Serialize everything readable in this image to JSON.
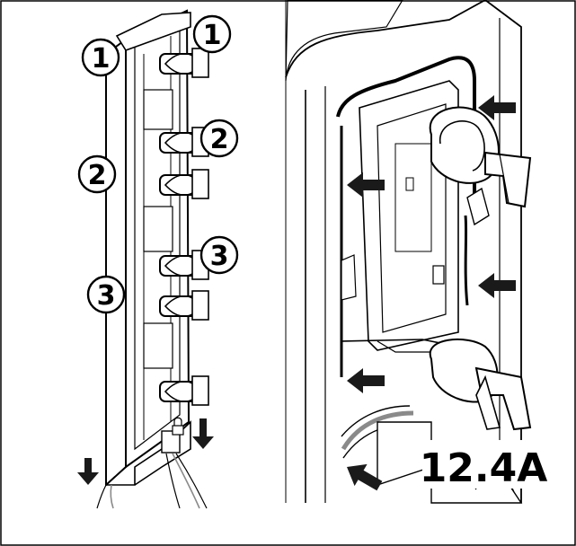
{
  "figure": {
    "callouts": [
      "1",
      "1",
      "2",
      "2",
      "3",
      "3"
    ],
    "rating_label": "12.4A",
    "colors": {
      "line": "#000000",
      "background": "#ffffff",
      "arrow_fill": "#1a1a1a",
      "cable_gray": "#8a8a8a"
    }
  }
}
